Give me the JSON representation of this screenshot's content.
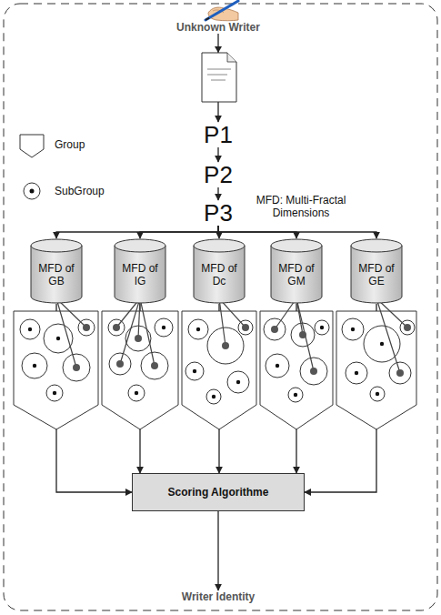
{
  "diagram": {
    "nodes": [
      {
        "text": [
          "Unknown Writer"
        ]
      },
      {
        "text": [
          "P1"
        ]
      },
      {
        "text": [
          "P2"
        ]
      },
      {
        "text": [
          "P3"
        ]
      },
      {
        "text": [
          "MFD of GB"
        ]
      },
      {
        "text": [
          "MFD of IG"
        ]
      },
      {
        "text": [
          "MFD of Dc"
        ]
      },
      {
        "text": [
          "MFD of GM"
        ]
      },
      {
        "text": [
          "MFD of GE"
        ]
      },
      {
        "text": [
          "Scoring Algorithme"
        ]
      },
      {
        "text": [
          "Writer Identity"
        ]
      }
    ],
    "edges": [
      {
        "from": 0,
        "to": 1,
        "arrow": "to"
      },
      {
        "from": 1,
        "to": 2,
        "arrow": "to"
      },
      {
        "from": 2,
        "to": 3,
        "arrow": "to"
      },
      {
        "from": 3,
        "to": 4,
        "arrow": "to"
      },
      {
        "from": 3,
        "to": 5,
        "arrow": "to"
      },
      {
        "from": 3,
        "to": 6,
        "arrow": "to"
      },
      {
        "from": 3,
        "to": 7,
        "arrow": "to"
      },
      {
        "from": 3,
        "to": 8,
        "arrow": "to"
      },
      {
        "from": 4,
        "to": 9,
        "arrow": "to"
      },
      {
        "from": 5,
        "to": 9,
        "arrow": "to"
      },
      {
        "from": 6,
        "to": 9,
        "arrow": "to"
      },
      {
        "from": 7,
        "to": 9,
        "arrow": "to"
      },
      {
        "from": 8,
        "to": 9,
        "arrow": "to"
      },
      {
        "from": 9,
        "to": 10,
        "arrow": "to"
      }
    ],
    "labels": [
      "MFD: Multi-Fractal Dimensions"
    ],
    "legend": [
      {
        "text": "Group"
      },
      {
        "text": "SubGroup"
      }
    ]
  }
}
